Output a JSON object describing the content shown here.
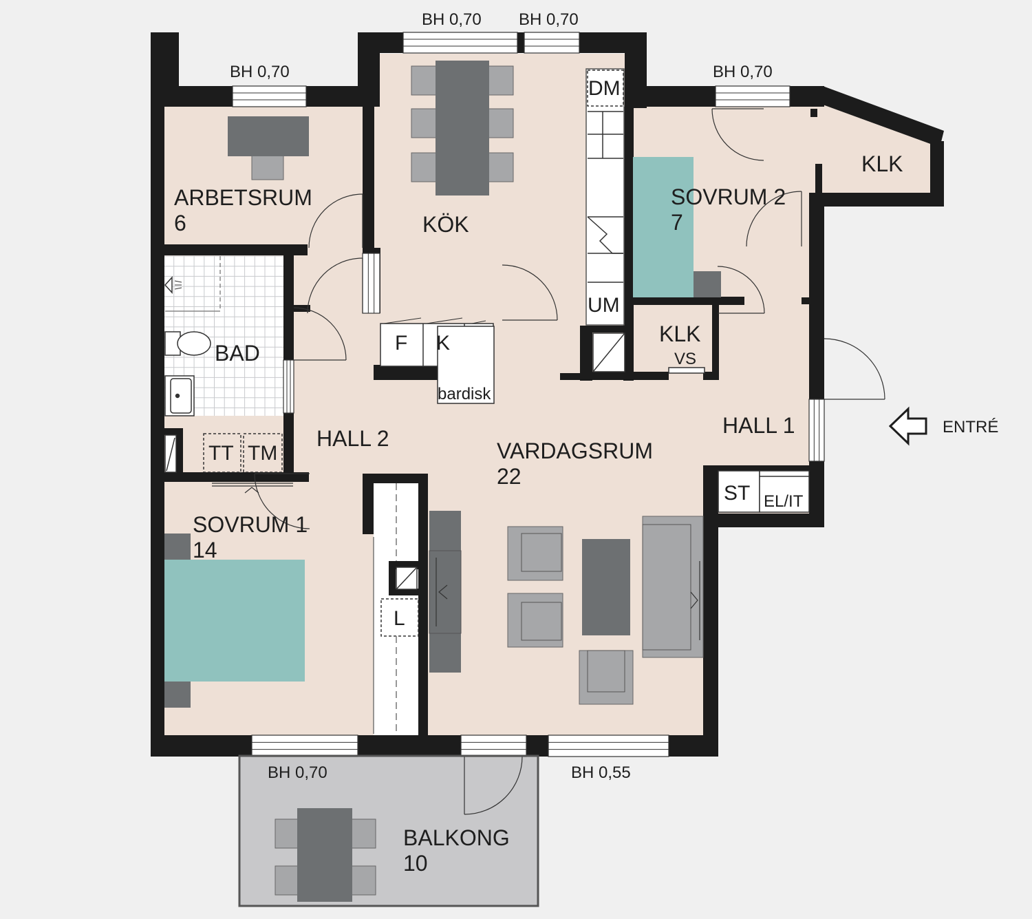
{
  "colors": {
    "background": "#f0f0f0",
    "floor": "#eee0d6",
    "wall": "#1c1c1c",
    "balcony": "#c8c8ca",
    "bed": "#90c2be",
    "furniture_dark": "#6d7072",
    "furniture_light": "#a6a7a9",
    "tile_line": "#c8cacd"
  },
  "rooms": {
    "arbetsrum": {
      "name": "ARBETSRUM",
      "area": "6"
    },
    "kok": {
      "name": "KÖK"
    },
    "sovrum2": {
      "name": "SOVRUM 2",
      "area": "7"
    },
    "klk_top": {
      "name": "KLK"
    },
    "bad": {
      "name": "BAD"
    },
    "klk_mid": {
      "name": "KLK"
    },
    "hall2": {
      "name": "HALL 2"
    },
    "vardagsrum": {
      "name": "VARDAGSRUM",
      "area": "22"
    },
    "hall1": {
      "name": "HALL 1"
    },
    "sovrum1": {
      "name": "SOVRUM 1",
      "area": "14"
    },
    "balkong": {
      "name": "BALKONG",
      "area": "10"
    }
  },
  "fixtures": {
    "dm": "DM",
    "um": "UM",
    "f": "F",
    "k": "K",
    "bardisk": "bardisk",
    "vs": "VS",
    "tt": "TT",
    "tm": "TM",
    "st": "ST",
    "el_it": "EL/IT",
    "l": "L"
  },
  "windows": {
    "kok_left": "BH 0,70",
    "kok_right": "BH 0,70",
    "arbetsrum": "BH 0,70",
    "sovrum2": "BH 0,70",
    "sovrum1": "BH 0,70",
    "vardagsrum": "BH 0,55"
  },
  "entrance": {
    "label": "ENTRÉ"
  },
  "icons": [
    "entrance-arrow-icon",
    "door-swing-icon",
    "window-icon",
    "shower-icon",
    "toilet-icon",
    "sink-icon",
    "bed-icon",
    "sofa-icon",
    "armchair-icon",
    "table-icon",
    "chair-icon",
    "desk-icon",
    "wardrobe-icon"
  ]
}
